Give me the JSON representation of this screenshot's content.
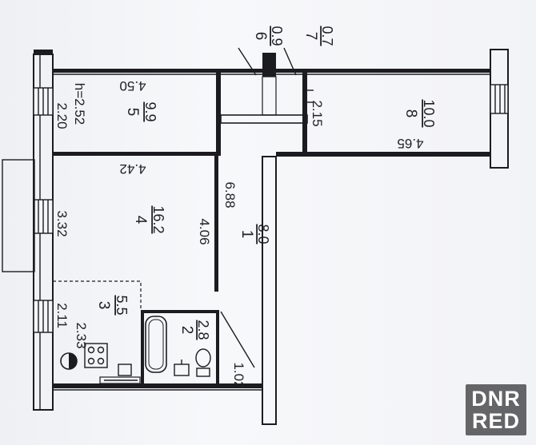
{
  "rooms": [
    {
      "number": "1",
      "area": "8.0"
    },
    {
      "number": "2",
      "area": "2.8"
    },
    {
      "number": "3",
      "area": "5.5"
    },
    {
      "number": "4",
      "area": "16.2"
    },
    {
      "number": "5",
      "area": "9.9"
    },
    {
      "number": "6",
      "area": "0.9"
    },
    {
      "number": "7",
      "area": "0.7"
    },
    {
      "number": "8",
      "area": "10.0"
    }
  ],
  "dimensions": {
    "d220": "2.20",
    "height": "h=2.52",
    "d450": "4.50",
    "d442": "4.42",
    "d332": "3.32",
    "d406": "4.06",
    "d688": "6.88",
    "d211": "2.11",
    "d233": "2.33",
    "d102": "1.02",
    "d215": "2.15",
    "d465": "4.65"
  },
  "watermark": {
    "line1": "DNR",
    "line2": "RED"
  }
}
